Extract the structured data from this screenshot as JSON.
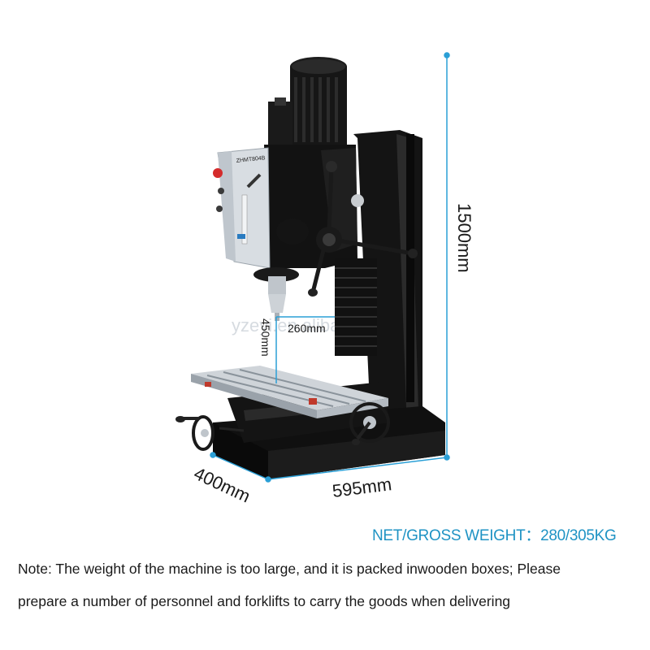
{
  "dimensions": {
    "height": "1500mm",
    "width": "595mm",
    "depth": "400mm",
    "reach": "260mm",
    "throat": "450mm"
  },
  "panel_label": "ZHMT804B",
  "watermark": "yzeyi.en.alibaba.com",
  "weight": {
    "label": "NET/GROSS WEIGHT：",
    "value": "280/305KG"
  },
  "note": {
    "line1": "Note: The weight of the machine is too large, and it is packed inwooden boxes; Please",
    "line2": "prepare a number of personnel and  forklifts to carry the goods when delivering"
  },
  "colors": {
    "dimension_line": "#2a9fd6",
    "weight_text": "#1f93c4",
    "machine_body": "#111111",
    "panel": "#d8dde2"
  }
}
